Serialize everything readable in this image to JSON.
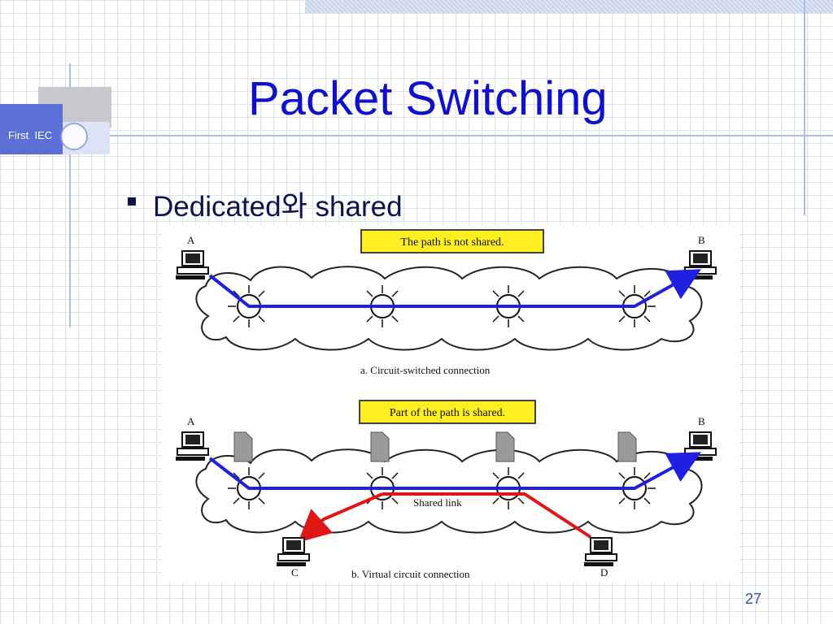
{
  "slide": {
    "title": "Packet Switching",
    "logo_text": "First  IEC",
    "bullet": "Dedicated와 shared",
    "page_number": "27"
  },
  "figure": {
    "circuit_switched": {
      "callout": "The path is not shared.",
      "caption": "a. Circuit-switched connection",
      "endpoint_left": "A",
      "endpoint_right": "B"
    },
    "virtual_circuit": {
      "callout": "Part of the path is shared.",
      "caption": "b. Virtual circuit connection",
      "shared_link_label": "Shared link",
      "endpoint_left": "A",
      "endpoint_right": "B",
      "endpoint_bottom_left": "C",
      "endpoint_bottom_right": "D"
    }
  },
  "colors": {
    "title": "#1010cc",
    "dedicated_path": "#2020e0",
    "shared_path": "#e01515",
    "callout_fill": "#ffee22"
  }
}
